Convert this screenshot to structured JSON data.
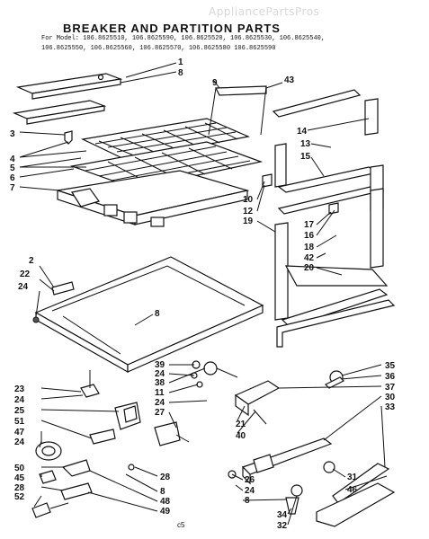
{
  "watermark": "AppliancePartsPros",
  "title": "BREAKER AND PARTITION PARTS",
  "models": {
    "line1": "For Model: 106.8625510, 106.8625590, 106.8625520, 106.8625530, 106.8625540,",
    "line2": "106.8625550, 106.8625560, 106.8625570, 106.8625580  106.8625590"
  },
  "callouts": {
    "c1": "1",
    "c8a": "8",
    "c9": "9",
    "c3": "3",
    "c4": "4",
    "c5": "5",
    "c6": "6",
    "c7": "7",
    "c43": "43",
    "c14": "14",
    "c13": "13",
    "c15": "15",
    "c10": "10",
    "c12": "12",
    "c19": "19",
    "c17": "17",
    "c16": "16",
    "c18": "18",
    "c42": "42",
    "c20": "20",
    "c2": "2",
    "c22": "22",
    "c24a": "24",
    "c8b": "8",
    "c39": "39",
    "c24b": "24",
    "c38": "38",
    "c11": "11",
    "c24c": "24",
    "c27": "27",
    "c21": "21",
    "c40": "40",
    "c35": "35",
    "c36": "36",
    "c37": "37",
    "c30": "30",
    "c33": "33",
    "c23": "23",
    "c24d": "24",
    "c25": "25",
    "c51": "51",
    "c47": "47",
    "c24e": "24",
    "c50": "50",
    "c45": "45",
    "c28": "28",
    "c52": "52",
    "c8c": "8",
    "c48": "48",
    "c49": "49",
    "c28b": "28",
    "c26": "26",
    "c24f": "24",
    "c8d": "8",
    "c34": "34",
    "c32": "32",
    "c31": "31",
    "c46": "46"
  },
  "footer_code": "c5"
}
